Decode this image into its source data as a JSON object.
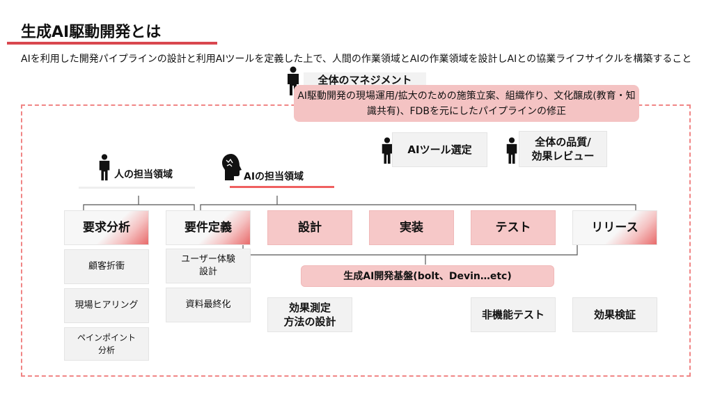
{
  "title": "生成AI駆動開発とは",
  "description": "AIを利用した開発パイプラインの設計と利用AIツールを定義した上で、人間の作業領域とAIの作業領域を設計しAIとの協業ライフサイクルを構築すること",
  "management": {
    "label": "全体のマネジメント",
    "detail": "AI駆動開発の現場運用/拡大のための施策立案、組織作り、文化醸成(教育・知識共有)、FDBを元にしたパイプラインの修正"
  },
  "roles": {
    "ai_tool": "AIツール選定",
    "quality_line1": "全体の品質/",
    "quality_line2": "効果レビュー"
  },
  "areas": {
    "human": "人の担当領域",
    "ai": "AIの担当領域"
  },
  "phases": [
    "要求分析",
    "要件定義",
    "設計",
    "実装",
    "テスト",
    "リリース"
  ],
  "platform": "生成AI開発基盤(bolt、Devin…etc)",
  "subtasks": {
    "requirements_analysis": [
      "顧客折衝",
      "現場ヒアリング",
      "ペインポイント\n分析"
    ],
    "requirements_definition": [
      "ユーザー体験\n設計",
      "資料最終化"
    ],
    "design": "効果測定\n方法の設計",
    "test": "非機能テスト",
    "release": "効果検証"
  },
  "colors": {
    "accent": "#d9474f",
    "pink": "#f6c8c8",
    "dashed": "#f08585"
  }
}
